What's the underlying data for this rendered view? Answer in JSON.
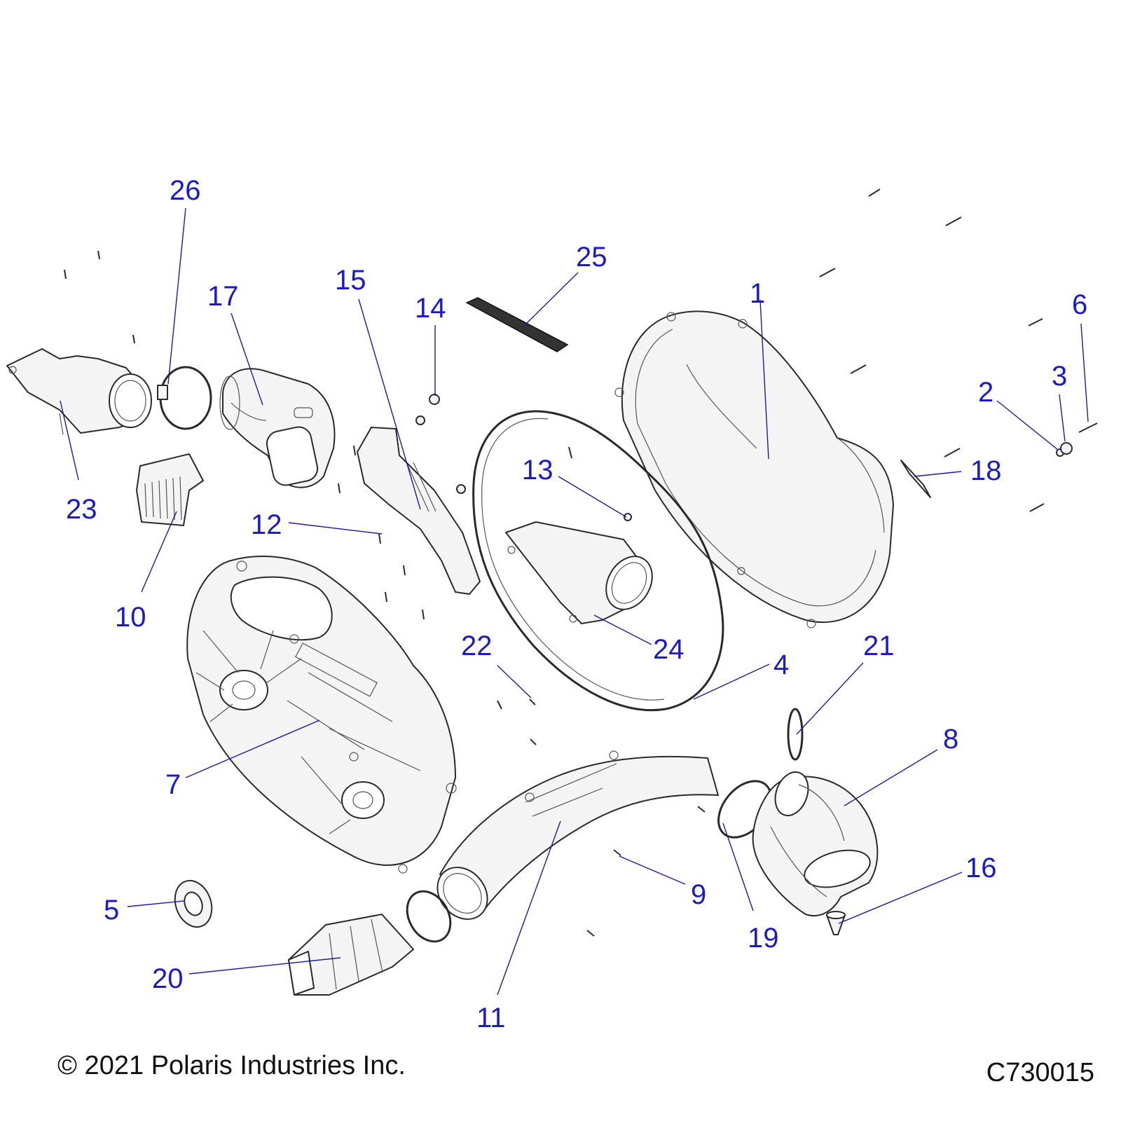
{
  "callouts": [
    {
      "label": "1",
      "part": "clutch-cover-outer"
    },
    {
      "label": "2",
      "part": "washer"
    },
    {
      "label": "3",
      "part": "nut"
    },
    {
      "label": "4",
      "part": "cover-seal"
    },
    {
      "label": "5",
      "part": "seal-ring"
    },
    {
      "label": "6",
      "part": "stud"
    },
    {
      "label": "7",
      "part": "clutch-cover-inner"
    },
    {
      "label": "8",
      "part": "intake-elbow"
    },
    {
      "label": "9",
      "part": "screw"
    },
    {
      "label": "10",
      "part": "grille-screen"
    },
    {
      "label": "11",
      "part": "exhaust-duct"
    },
    {
      "label": "12",
      "part": "screw"
    },
    {
      "label": "13",
      "part": "screw"
    },
    {
      "label": "14",
      "part": "nut"
    },
    {
      "label": "15",
      "part": "bracket-plate"
    },
    {
      "label": "16",
      "part": "drain-valve"
    },
    {
      "label": "17",
      "part": "duct-elbow"
    },
    {
      "label": "18",
      "part": "label-decal"
    },
    {
      "label": "19",
      "part": "hose-clamp"
    },
    {
      "label": "20",
      "part": "intake-boot"
    },
    {
      "label": "21",
      "part": "hose-clamp"
    },
    {
      "label": "22",
      "part": "screw"
    },
    {
      "label": "23",
      "part": "air-duct-inlet"
    },
    {
      "label": "24",
      "part": "intake-funnel"
    },
    {
      "label": "25",
      "part": "foam-strip"
    },
    {
      "label": "26",
      "part": "hose-clamp"
    }
  ],
  "colors": {
    "callout": "#1a1acc",
    "line": "#2a2a2a"
  },
  "footer": {
    "copyright": "© 2021 Polaris Industries Inc.",
    "drawing_id": "C730015"
  }
}
